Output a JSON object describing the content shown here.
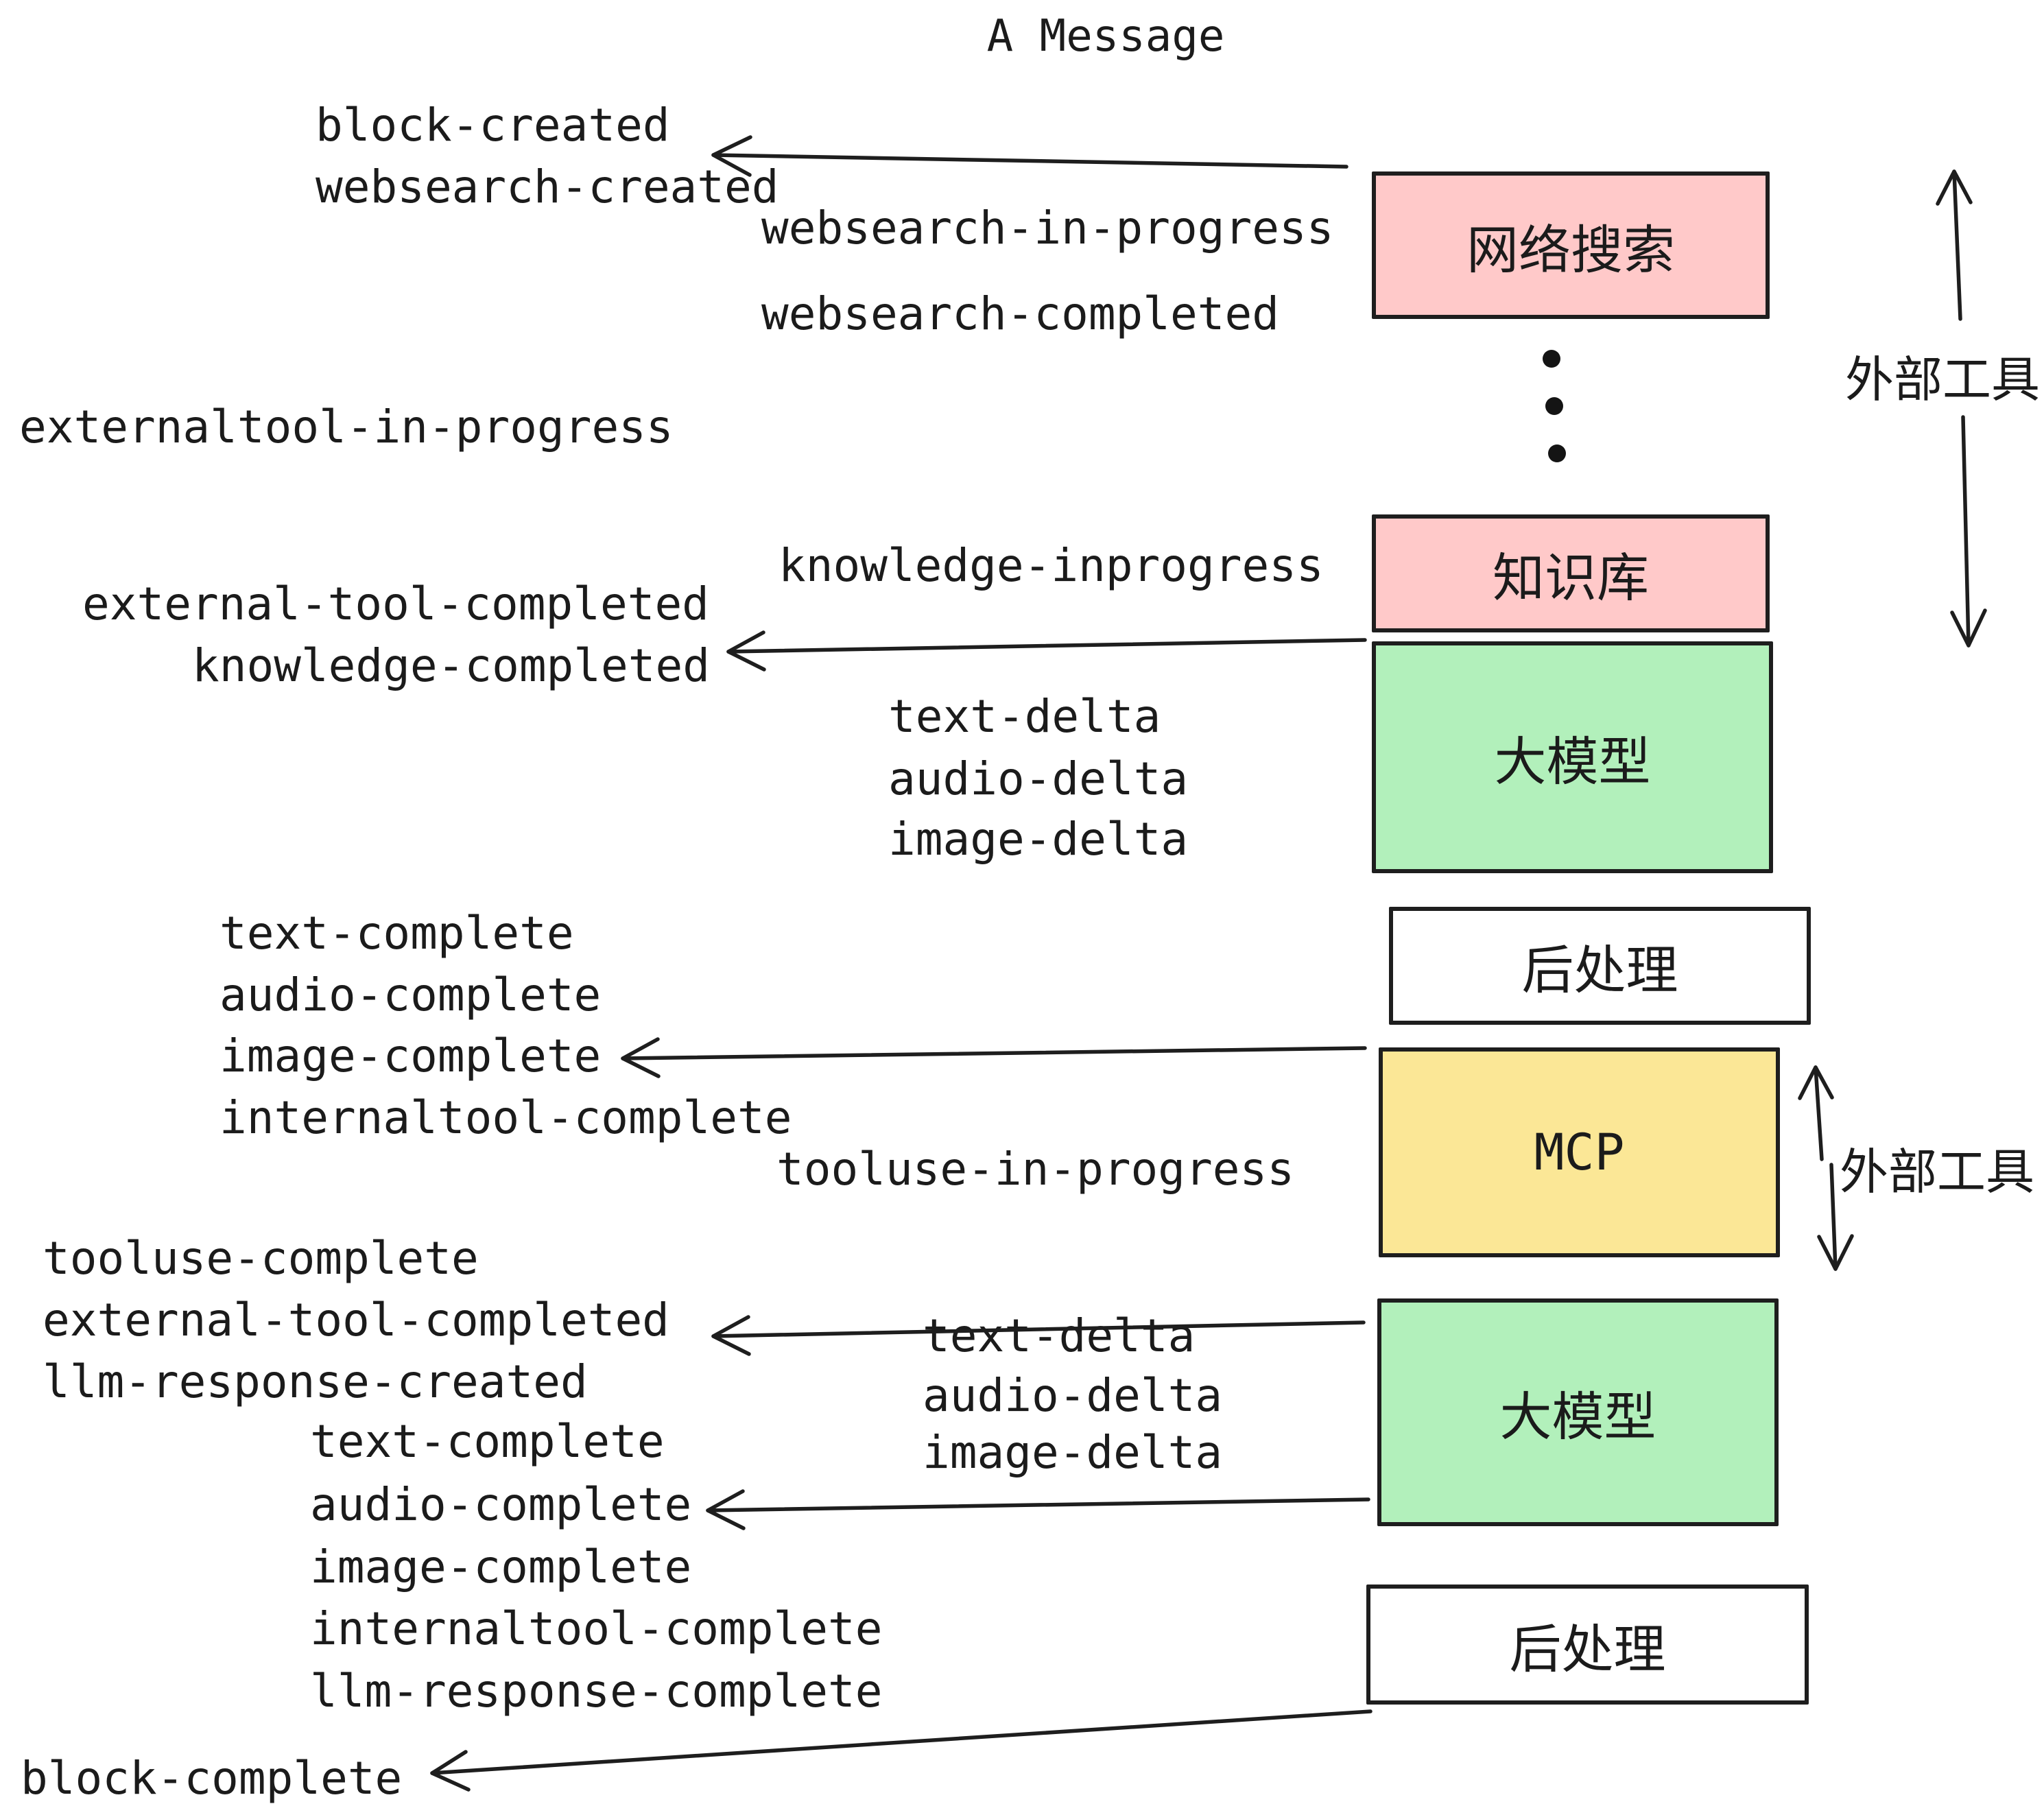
{
  "title": "A Message",
  "events": {
    "block_created": "block-created",
    "websearch_created": "websearch-created",
    "websearch_in_progress": "websearch-in-progress",
    "websearch_completed": "websearch-completed",
    "externaltool_in_progress": "externaltool-in-progress",
    "knowledge_inprogress": "knowledge-inprogress",
    "external_tool_completed": "external-tool-completed",
    "knowledge_completed": "knowledge-completed",
    "text_delta": "text-delta",
    "audio_delta": "audio-delta",
    "image_delta": "image-delta",
    "text_complete": "text-complete",
    "audio_complete": "audio-complete",
    "image_complete": "image-complete",
    "internaltool_complete": "internaltool-complete",
    "tooluse_in_progress": "tooluse-in-progress",
    "tooluse_complete": "tooluse-complete",
    "llm_response_created": "llm-response-created",
    "llm_response_complete": "llm-response-complete",
    "block_complete": "block-complete"
  },
  "boxes": {
    "websearch": {
      "label": "网络搜索",
      "fill": "#ffc9c9"
    },
    "knowledge": {
      "label": "知识库",
      "fill": "#ffc9c9"
    },
    "llm": {
      "label": "大模型",
      "fill": "#b2f0bb"
    },
    "postprocess": {
      "label": "后处理",
      "fill": "#ffffff"
    },
    "mcp": {
      "label": "MCP",
      "fill": "#fbe796"
    }
  },
  "annotations": {
    "external_tools_top": "外部工具",
    "external_tools_mcp": "外部工具"
  },
  "colors": {
    "stroke": "#1e1e1e",
    "text": "#1b1b1b",
    "pink": "#ffc9c9",
    "green": "#b2f0bb",
    "yellow": "#fbe796",
    "white": "#ffffff"
  }
}
